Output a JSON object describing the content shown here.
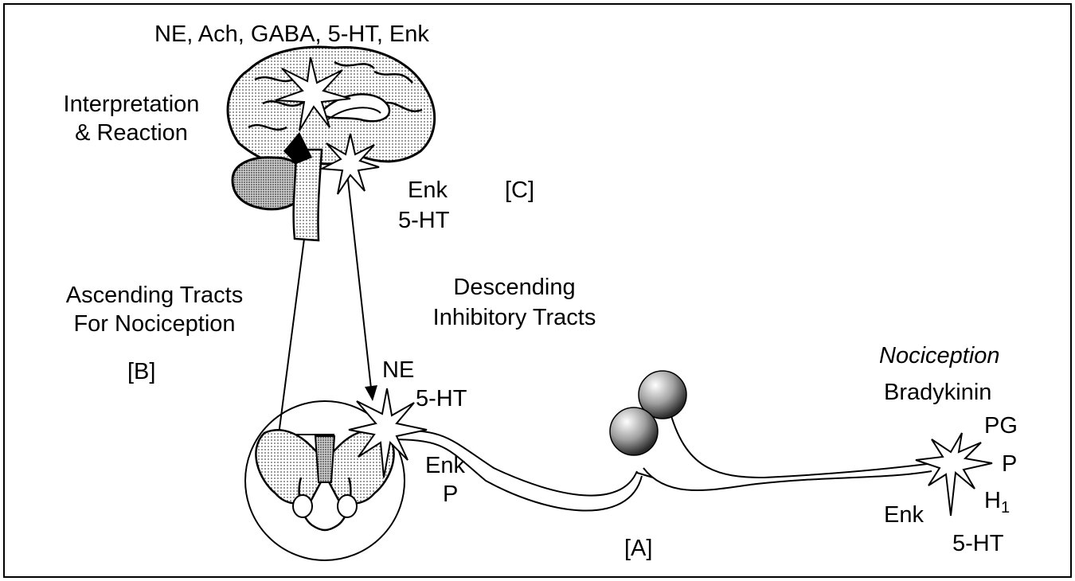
{
  "labels": {
    "brain_transmitters": "NE, Ach, GABA, 5-HT, Enk",
    "interpretation_line1": "Interpretation",
    "interpretation_line2": "& Reaction",
    "brainstem_enk": "Enk",
    "brainstem_5ht": "5-HT",
    "region_c": "[C]",
    "ascending_line1": "Ascending Tracts",
    "ascending_line2": "For Nociception",
    "region_b": "[B]",
    "descending_line1": "Descending",
    "descending_line2": "Inhibitory Tracts",
    "spinal_ne": "NE",
    "spinal_5ht": "5-HT",
    "spinal_enk": "Enk",
    "spinal_p": "P",
    "region_a": "[A]",
    "nociception": "Nociception",
    "bradykinin": "Bradykinin",
    "pg": "PG",
    "periph_p": "P",
    "h1_letter": "H",
    "h1_sub": "1",
    "periph_enk": "Enk",
    "periph_5ht": "5-HT"
  },
  "colors": {
    "ink": "#000000",
    "paper": "#ffffff",
    "shade": "#9a9a9a"
  }
}
